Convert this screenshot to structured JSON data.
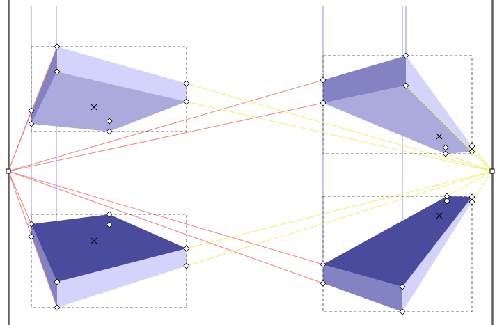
{
  "colors": {
    "background": "#ffffff",
    "guide_line": "#5f5f5f",
    "perspective_vertical": "#8c8cf0",
    "perspective_left_vp_lines": "#f08080",
    "perspective_right_vp_lines": "#f0f070",
    "bbox_dashes": "#333333",
    "handle_fill": "#ffffff",
    "handle_stroke": "#000000",
    "face_lightest": "#d3d3fb",
    "face_light": "#aaaadc",
    "face_medium": "#8383c3",
    "face_dark": "#4b4b9e"
  },
  "icons": {
    "vanishing_point": "square-handle-icon",
    "corner_handle": "diamond-handle-icon",
    "center": "x-cross-icon"
  },
  "shapes": [
    {
      "name": "top-left-3d-box",
      "shade_top": "face_lightest",
      "shade_front": "face_light",
      "shade_side": "face_medium"
    },
    {
      "name": "bottom-left-3d-box",
      "shade_top": "face_dark",
      "shade_front": "face_lightest",
      "shade_side": "face_medium"
    },
    {
      "name": "top-right-3d-box",
      "shade_top": "face_medium",
      "shade_front": "face_light",
      "shade_side": "face_lightest"
    },
    {
      "name": "bottom-right-3d-box",
      "shade_top": "face_dark",
      "shade_front": "face_medium",
      "shade_side": "face_lightest"
    }
  ]
}
